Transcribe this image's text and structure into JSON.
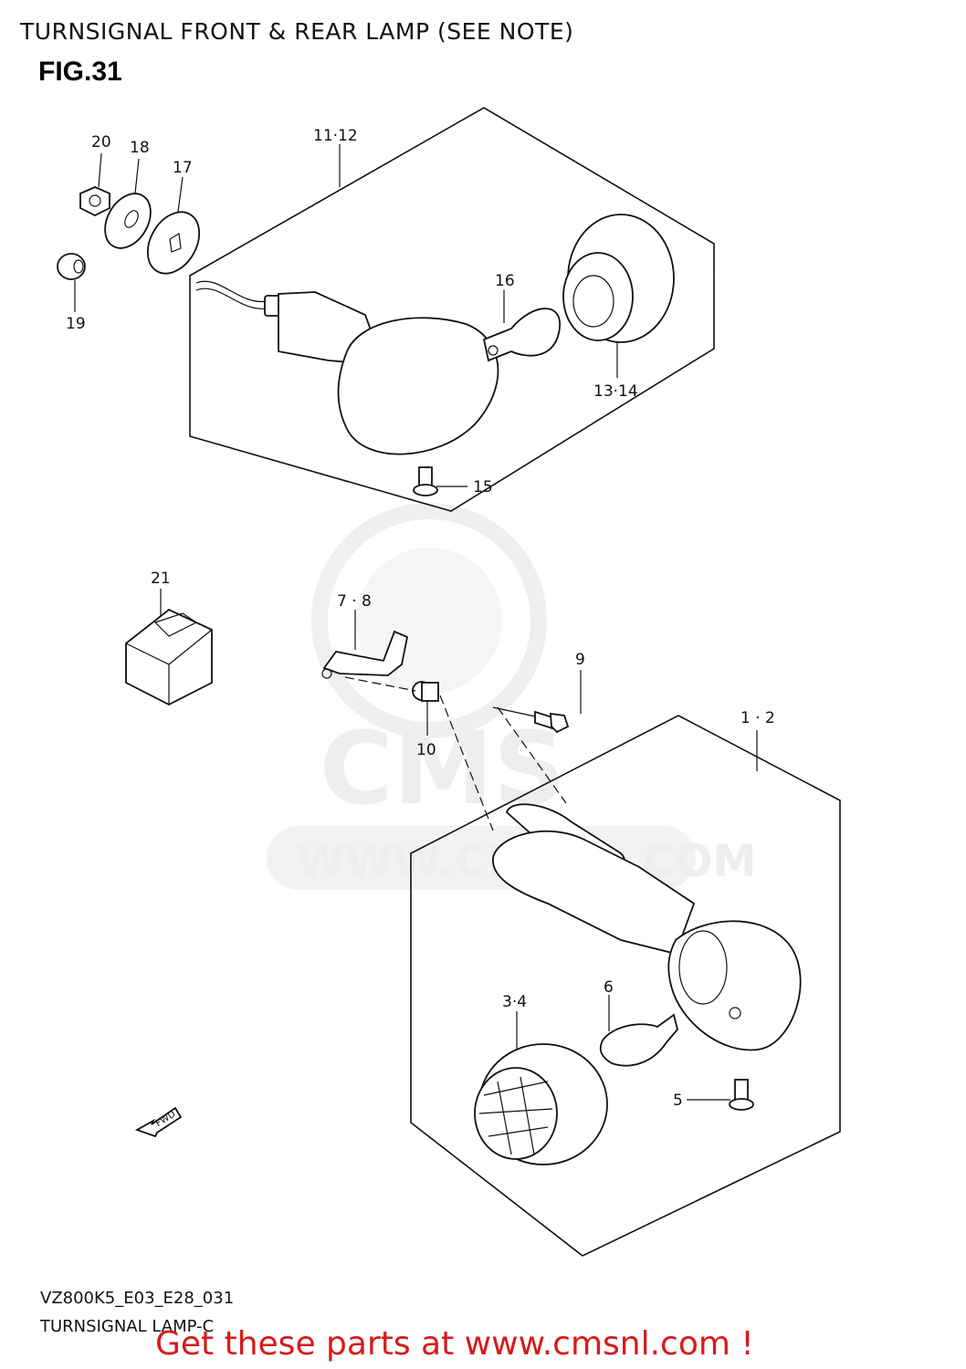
{
  "header": {
    "title": "TURNSIGNAL FRONT & REAR LAMP (SEE NOTE)",
    "fig": "FIG.31"
  },
  "callouts": {
    "c20": "20",
    "c18": "18",
    "c17": "17",
    "c19": "19",
    "c11_12": "11·12",
    "c16": "16",
    "c13_14": "13·14",
    "c15": "15",
    "c21": "21",
    "c7_8": "7 · 8",
    "c9": "9",
    "c10": "10",
    "c1_2": "1 · 2",
    "c6": "6",
    "c3_4": "3·4",
    "c5": "5"
  },
  "fwd_arrow": {
    "label": "FWD",
    "icon": "forward-arrow-icon"
  },
  "watermark": {
    "url_text": "WWW.CMSNL.COM",
    "logo_text": "CMS"
  },
  "footer": {
    "code": "VZ800K5_E03_E28_031",
    "name": "TURNSIGNAL LAMP-C"
  },
  "cta": {
    "text": "Get these parts at www.cmsnl.com !",
    "color": "#d81a1a"
  }
}
